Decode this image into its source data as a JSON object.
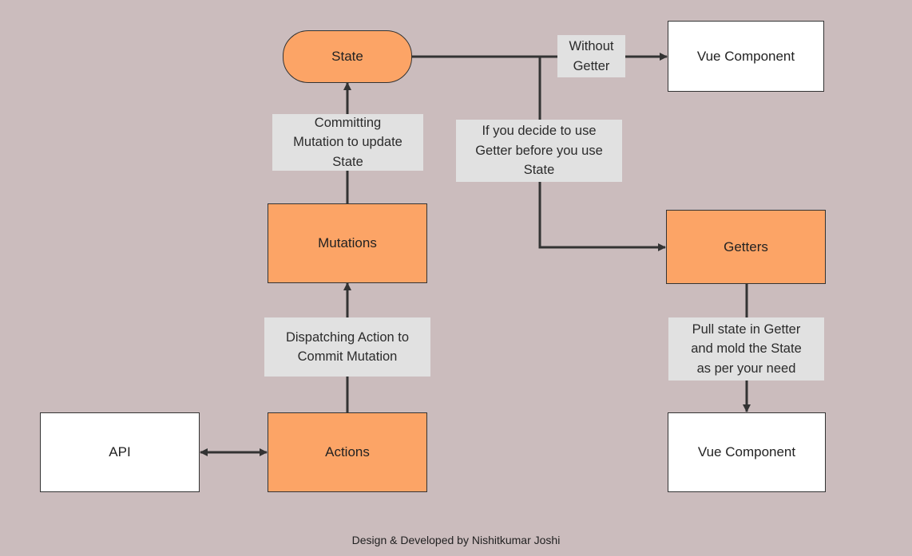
{
  "nodes": {
    "state": "State",
    "mutations": "Mutations",
    "actions": "Actions",
    "api": "API",
    "getters": "Getters",
    "vue_component_top": "Vue Component",
    "vue_component_bottom": "Vue Component"
  },
  "edge_labels": {
    "without_getter": "Without\nGetter",
    "use_getter": "If you decide to use\nGetter before you use\nState",
    "committing": "Committing\nMutation to update\nState",
    "dispatching": "Dispatching Action to\nCommit Mutation",
    "pull_state": "Pull state in Getter\nand mold the State\nas per your need"
  },
  "footer": "Design & Developed by  Nishitkumar Joshi",
  "colors": {
    "background": "#cbbcbd",
    "node_fill": "#fca466",
    "label_bg": "#e1e1e1",
    "line": "#333333"
  }
}
